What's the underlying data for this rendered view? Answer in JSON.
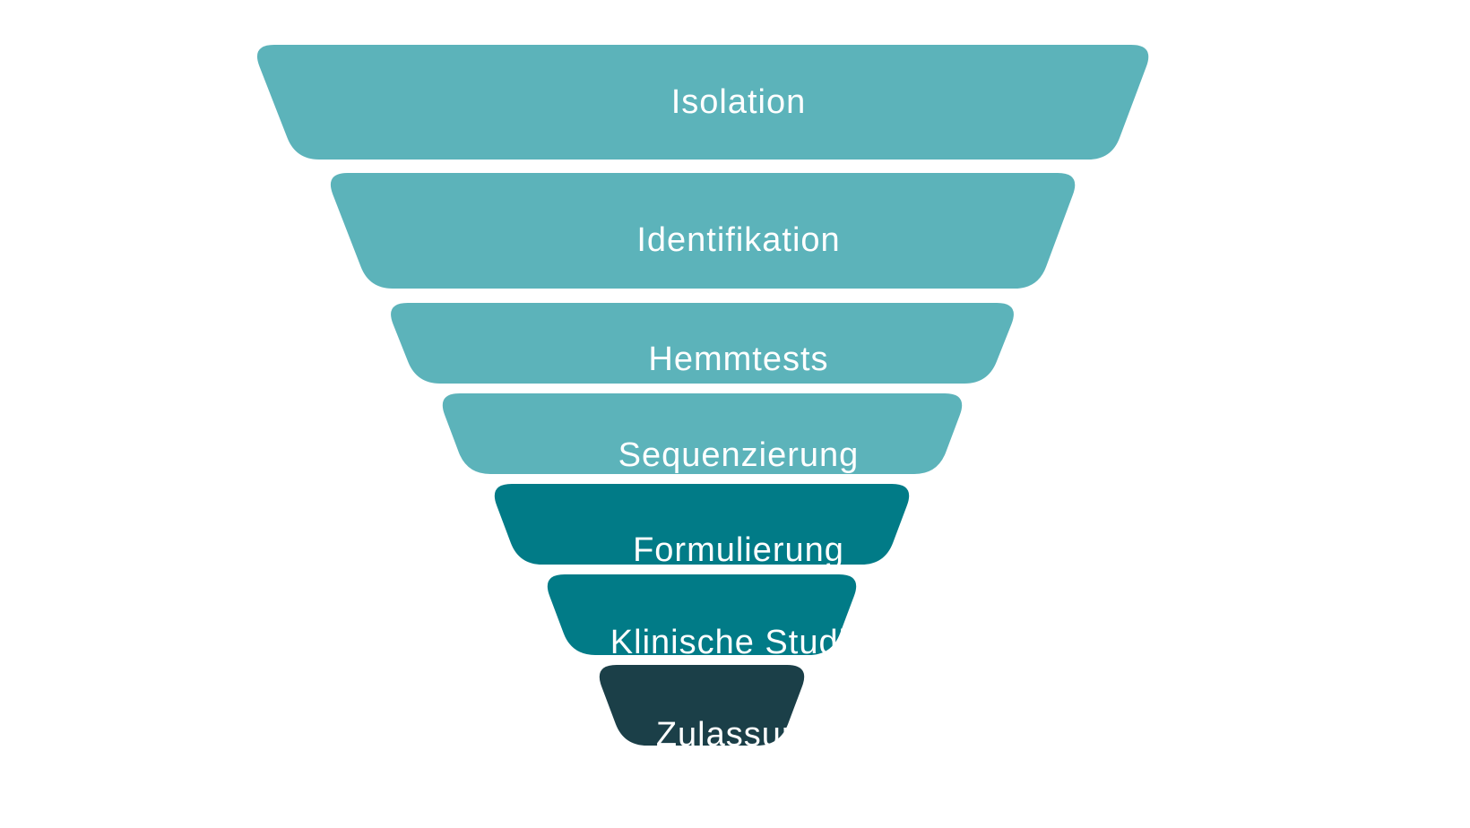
{
  "funnel": {
    "stages": [
      {
        "label": "Isolation",
        "color": "#5cb3ba"
      },
      {
        "label": "Identifikation",
        "color": "#5cb3ba"
      },
      {
        "label": "Hemmtests",
        "color": "#5cb3ba"
      },
      {
        "label": "Sequenzierung",
        "color": "#5cb3ba"
      },
      {
        "label": "Formulierung",
        "color": "#017b87"
      },
      {
        "label": "Klinische Studie",
        "color": "#017b87"
      },
      {
        "label": "Zulassung",
        "color": "#1b3f48"
      }
    ]
  }
}
